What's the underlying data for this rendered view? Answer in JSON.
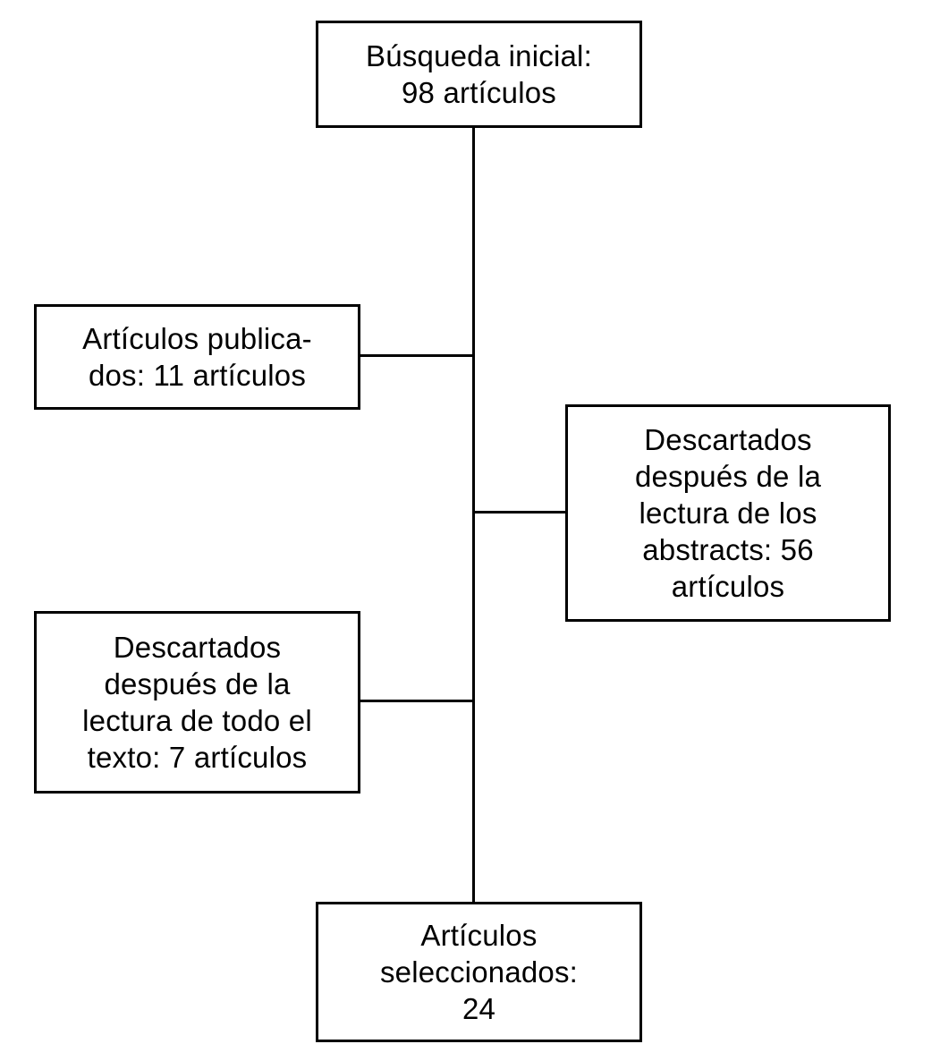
{
  "diagram": {
    "type": "flowchart",
    "language": "es",
    "colors": {
      "background": "#ffffff",
      "box_fill": "#ffffff",
      "box_border": "#000000",
      "text": "#000000",
      "connector": "#000000"
    },
    "nodes": {
      "initial": {
        "text": "Búsqueda inicial:\n98 artículos",
        "count": 98
      },
      "published": {
        "text": "Artículos publica-\ndos: 11 artículos",
        "count": 11
      },
      "discarded_abstracts": {
        "text": "Descartados\ndespués de la\nlectura de los\nabstracts: 56\nartículos",
        "count": 56
      },
      "discarded_fulltext": {
        "text": "Descartados\ndespués de la\nlectura de todo el\ntexto: 7 artículos",
        "count": 7
      },
      "selected": {
        "text": "Artículos\nseleccionados:\n24",
        "count": 24
      }
    },
    "connections": [
      {
        "from": "initial",
        "to": "selected",
        "style": "vertical-trunk"
      },
      {
        "from": "trunk",
        "to": "published",
        "style": "horizontal-branch-left"
      },
      {
        "from": "trunk",
        "to": "discarded_abstracts",
        "style": "horizontal-branch-right"
      },
      {
        "from": "trunk",
        "to": "discarded_fulltext",
        "style": "horizontal-branch-left"
      }
    ]
  }
}
